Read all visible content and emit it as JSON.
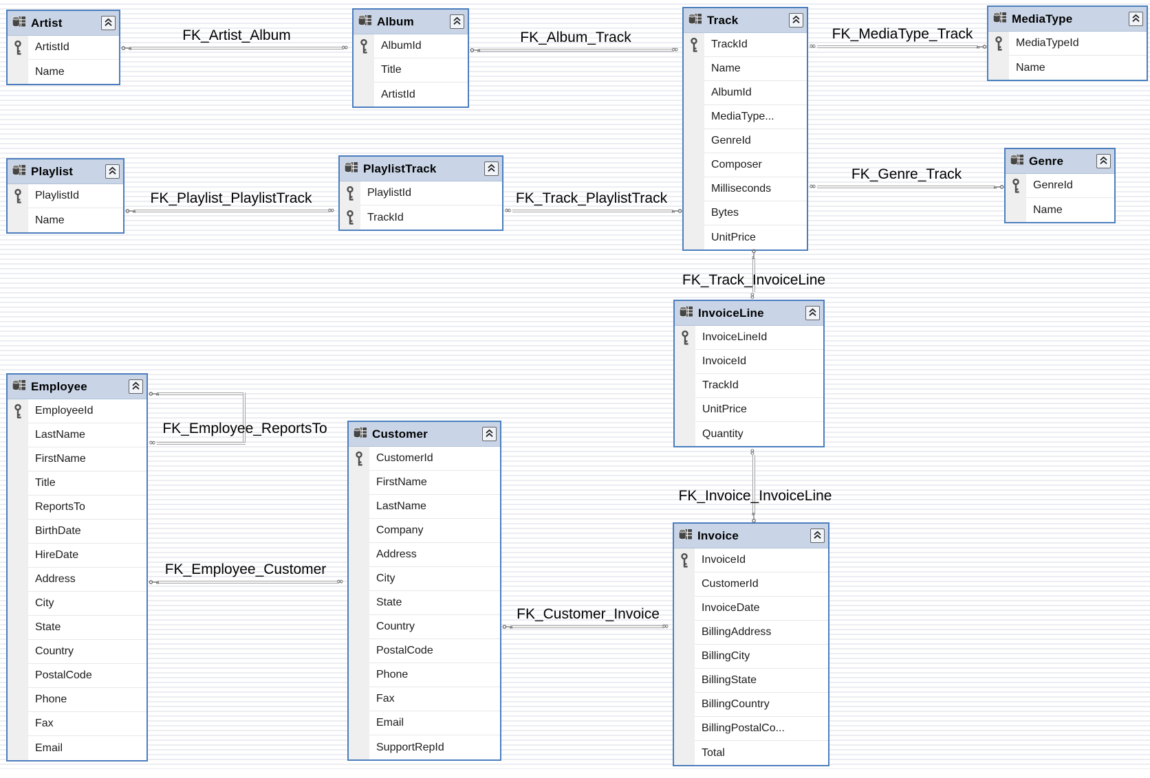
{
  "diagram": {
    "tables": [
      {
        "name": "Artist",
        "fields": [
          {
            "label": "ArtistId",
            "pk": true
          },
          {
            "label": "Name",
            "pk": false
          }
        ]
      },
      {
        "name": "Album",
        "fields": [
          {
            "label": "AlbumId",
            "pk": true
          },
          {
            "label": "Title",
            "pk": false
          },
          {
            "label": "ArtistId",
            "pk": false
          }
        ]
      },
      {
        "name": "Track",
        "fields": [
          {
            "label": "TrackId",
            "pk": true
          },
          {
            "label": "Name",
            "pk": false
          },
          {
            "label": "AlbumId",
            "pk": false
          },
          {
            "label": "MediaType...",
            "pk": false
          },
          {
            "label": "GenreId",
            "pk": false
          },
          {
            "label": "Composer",
            "pk": false
          },
          {
            "label": "Milliseconds",
            "pk": false
          },
          {
            "label": "Bytes",
            "pk": false
          },
          {
            "label": "UnitPrice",
            "pk": false
          }
        ]
      },
      {
        "name": "MediaType",
        "fields": [
          {
            "label": "MediaTypeId",
            "pk": true
          },
          {
            "label": "Name",
            "pk": false
          }
        ]
      },
      {
        "name": "Genre",
        "fields": [
          {
            "label": "GenreId",
            "pk": true
          },
          {
            "label": "Name",
            "pk": false
          }
        ]
      },
      {
        "name": "Playlist",
        "fields": [
          {
            "label": "PlaylistId",
            "pk": true
          },
          {
            "label": "Name",
            "pk": false
          }
        ]
      },
      {
        "name": "PlaylistTrack",
        "fields": [
          {
            "label": "PlaylistId",
            "pk": true
          },
          {
            "label": "TrackId",
            "pk": true
          }
        ]
      },
      {
        "name": "Employee",
        "fields": [
          {
            "label": "EmployeeId",
            "pk": true
          },
          {
            "label": "LastName",
            "pk": false
          },
          {
            "label": "FirstName",
            "pk": false
          },
          {
            "label": "Title",
            "pk": false
          },
          {
            "label": "ReportsTo",
            "pk": false
          },
          {
            "label": "BirthDate",
            "pk": false
          },
          {
            "label": "HireDate",
            "pk": false
          },
          {
            "label": "Address",
            "pk": false
          },
          {
            "label": "City",
            "pk": false
          },
          {
            "label": "State",
            "pk": false
          },
          {
            "label": "Country",
            "pk": false
          },
          {
            "label": "PostalCode",
            "pk": false
          },
          {
            "label": "Phone",
            "pk": false
          },
          {
            "label": "Fax",
            "pk": false
          },
          {
            "label": "Email",
            "pk": false
          }
        ]
      },
      {
        "name": "Customer",
        "fields": [
          {
            "label": "CustomerId",
            "pk": true
          },
          {
            "label": "FirstName",
            "pk": false
          },
          {
            "label": "LastName",
            "pk": false
          },
          {
            "label": "Company",
            "pk": false
          },
          {
            "label": "Address",
            "pk": false
          },
          {
            "label": "City",
            "pk": false
          },
          {
            "label": "State",
            "pk": false
          },
          {
            "label": "Country",
            "pk": false
          },
          {
            "label": "PostalCode",
            "pk": false
          },
          {
            "label": "Phone",
            "pk": false
          },
          {
            "label": "Fax",
            "pk": false
          },
          {
            "label": "Email",
            "pk": false
          },
          {
            "label": "SupportRepId",
            "pk": false
          }
        ]
      },
      {
        "name": "InvoiceLine",
        "fields": [
          {
            "label": "InvoiceLineId",
            "pk": true
          },
          {
            "label": "InvoiceId",
            "pk": false
          },
          {
            "label": "TrackId",
            "pk": false
          },
          {
            "label": "UnitPrice",
            "pk": false
          },
          {
            "label": "Quantity",
            "pk": false
          }
        ]
      },
      {
        "name": "Invoice",
        "fields": [
          {
            "label": "InvoiceId",
            "pk": true
          },
          {
            "label": "CustomerId",
            "pk": false
          },
          {
            "label": "InvoiceDate",
            "pk": false
          },
          {
            "label": "BillingAddress",
            "pk": false
          },
          {
            "label": "BillingCity",
            "pk": false
          },
          {
            "label": "BillingState",
            "pk": false
          },
          {
            "label": "BillingCountry",
            "pk": false
          },
          {
            "label": "BillingPostalCo...",
            "pk": false
          },
          {
            "label": "Total",
            "pk": false
          }
        ]
      }
    ],
    "relationships": [
      {
        "label": "FK_Artist_Album",
        "pk_table": "Artist",
        "fk_table": "Album"
      },
      {
        "label": "FK_Album_Track",
        "pk_table": "Album",
        "fk_table": "Track"
      },
      {
        "label": "FK_MediaType_Track",
        "pk_table": "MediaType",
        "fk_table": "Track"
      },
      {
        "label": "FK_Genre_Track",
        "pk_table": "Genre",
        "fk_table": "Track"
      },
      {
        "label": "FK_Playlist_PlaylistTrack",
        "pk_table": "Playlist",
        "fk_table": "PlaylistTrack"
      },
      {
        "label": "FK_Track_PlaylistTrack",
        "pk_table": "Track",
        "fk_table": "PlaylistTrack"
      },
      {
        "label": "FK_Track_InvoiceLine",
        "pk_table": "Track",
        "fk_table": "InvoiceLine"
      },
      {
        "label": "FK_Invoice_InvoiceLine",
        "pk_table": "Invoice",
        "fk_table": "InvoiceLine"
      },
      {
        "label": "FK_Employee_ReportsTo",
        "pk_table": "Employee",
        "fk_table": "Employee"
      },
      {
        "label": "FK_Employee_Customer",
        "pk_table": "Employee",
        "fk_table": "Customer"
      },
      {
        "label": "FK_Customer_Invoice",
        "pk_table": "Customer",
        "fk_table": "Invoice"
      }
    ],
    "icons": {
      "table_header": "database-table-icon",
      "primary_key": "key-icon",
      "collapse": "double-chevron-up-icon",
      "relationship_one_end": "key-icon",
      "relationship_many_end": "∞"
    },
    "colors": {
      "table_border": "#4a7dbe",
      "header_background": "#c9d5e7",
      "gutter_background": "#efefef",
      "connector_line": "#a3a3a3",
      "canvas_stripe": "#ecedf2",
      "text": "#1b1b1b"
    }
  }
}
